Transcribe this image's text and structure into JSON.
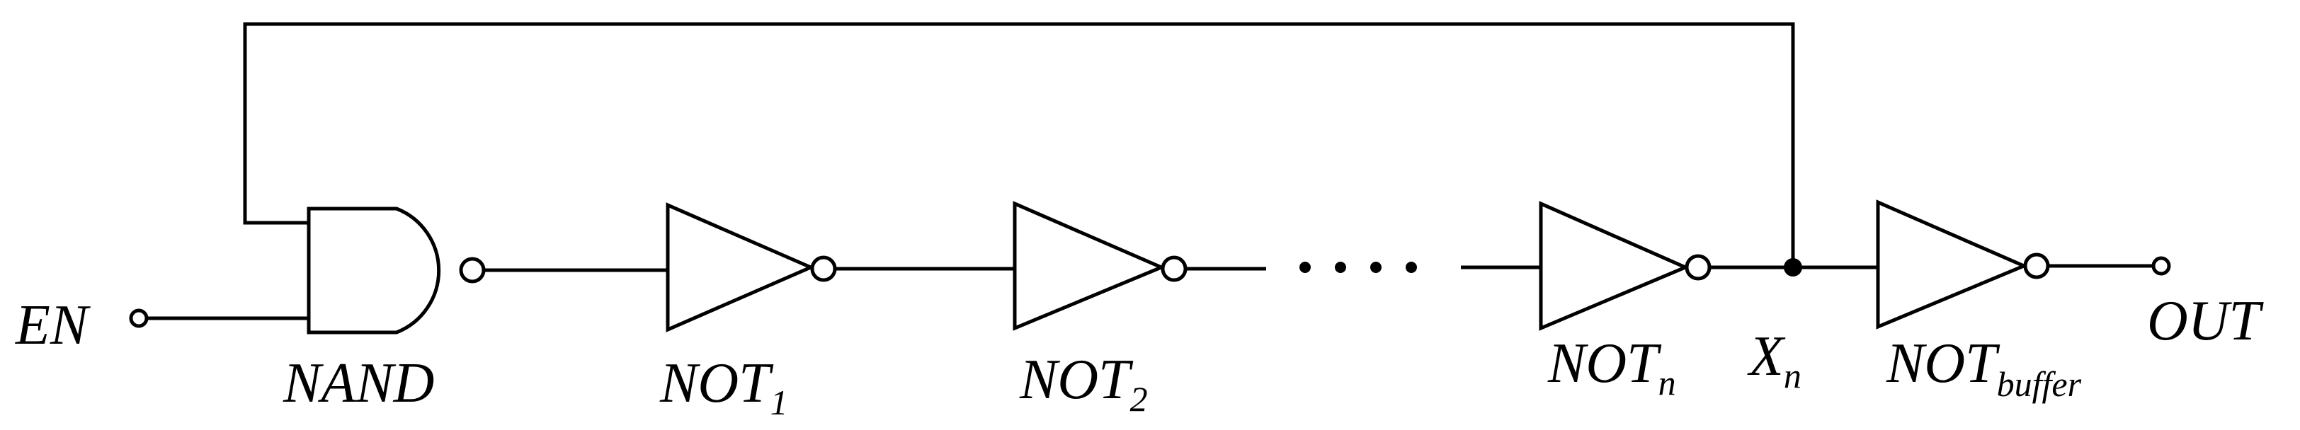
{
  "diagram": {
    "labels": {
      "en": "EN",
      "nand": "NAND",
      "not_prefix": "NOT",
      "not1_sub": "1",
      "not2_sub": "2",
      "notn_sub": "n",
      "buffer_sub": "buffer",
      "x_main": "X",
      "x_sub": "n",
      "out": "OUT"
    },
    "ellipsis": "• • • •",
    "colors": {
      "line": "#000000",
      "background": "#ffffff"
    }
  }
}
